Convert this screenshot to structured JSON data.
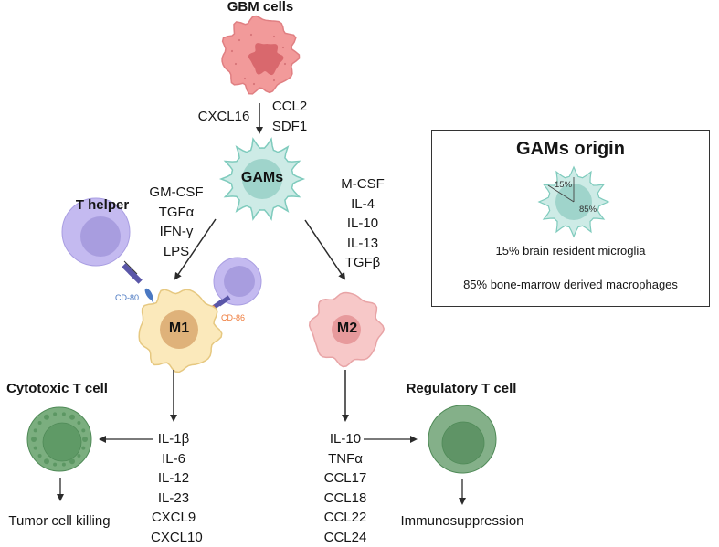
{
  "title": "GAMs polarization in glioblastoma",
  "nodes": {
    "gbm": {
      "label": "GBM cells",
      "color": "#f29a9a",
      "nucleus_color": "#d9686d"
    },
    "gams": {
      "label": "GAMs",
      "color": "#cdebe6",
      "outline": "#7fcbbd",
      "nucleus_color": "#9fd4cb"
    },
    "t_helper": {
      "label": "T helper",
      "color": "#c4baf0",
      "nucleus_color": "#a89ddf"
    },
    "m1": {
      "label": "M1",
      "color": "#fbe9bb",
      "outline": "#e6c880",
      "nucleus_color": "#dfb27a"
    },
    "m2": {
      "label": "M2",
      "color": "#f7c8c8",
      "outline": "#e8a4a6",
      "nucleus_color": "#e79a9c"
    },
    "cytotoxic": {
      "label": "Cytotoxic T cell",
      "color": "#7bae7f",
      "nucleus_color": "#5f9a66"
    },
    "regulatory": {
      "label": "Regulatory T cell",
      "color": "#84b089",
      "nucleus_color": "#5f9466"
    }
  },
  "receptors": {
    "cd80": {
      "label": "CD-80",
      "color": "#4a78c2"
    },
    "cd86": {
      "label": "CD-86",
      "color": "#ef7b3b"
    }
  },
  "signals": {
    "gbm_to_gams_left": [
      "CXCL16"
    ],
    "gbm_to_gams_right": [
      "CCL2",
      "SDF1"
    ],
    "m1_inducers": [
      "GM-CSF",
      "TGFα",
      "IFN-γ",
      "LPS"
    ],
    "m2_inducers": [
      "M-CSF",
      "IL-4",
      "IL-10",
      "IL-13",
      "TGFβ"
    ],
    "m1_secreted": [
      "IL-1β",
      "IL-6",
      "IL-12",
      "IL-23",
      "CXCL9",
      "CXCL10"
    ],
    "m2_secreted": [
      "IL-10",
      "TNFα",
      "CCL17",
      "CCL18",
      "CCL22",
      "CCL24"
    ]
  },
  "outcomes": {
    "cytotoxic": "Tumor cell killing",
    "regulatory": "Immunosuppression"
  },
  "origin_box": {
    "title": "GAMs origin",
    "pie_labels": [
      "15%",
      "85%"
    ],
    "microglia_pct": 15,
    "macrophage_pct": 85,
    "line1": "15% brain resident microglia",
    "line2": "85% bone-marrow derived macrophages"
  },
  "colors": {
    "arrow": "#2b2b2b",
    "box_border": "#333333"
  }
}
